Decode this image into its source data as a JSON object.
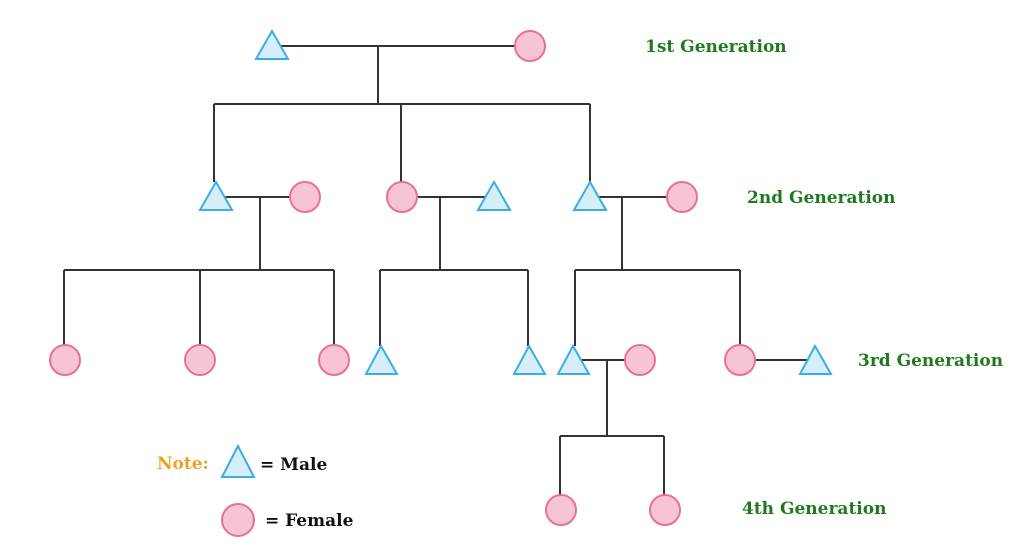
{
  "colors": {
    "male_fill": "#d6eefa",
    "male_stroke": "#3aaee6",
    "female_fill": "#f7c4d6",
    "female_stroke": "#e86f9a",
    "generation_label": "#1f7a1f",
    "note_label": "#f0a020",
    "connector": "#333333"
  },
  "generations": [
    {
      "label": "1st Generation"
    },
    {
      "label": "2nd Generation"
    },
    {
      "label": "3rd Generation"
    },
    {
      "label": "4th Generation"
    }
  ],
  "legend": {
    "note": "Note:",
    "male_text": "= Male",
    "female_text": "= Female"
  }
}
